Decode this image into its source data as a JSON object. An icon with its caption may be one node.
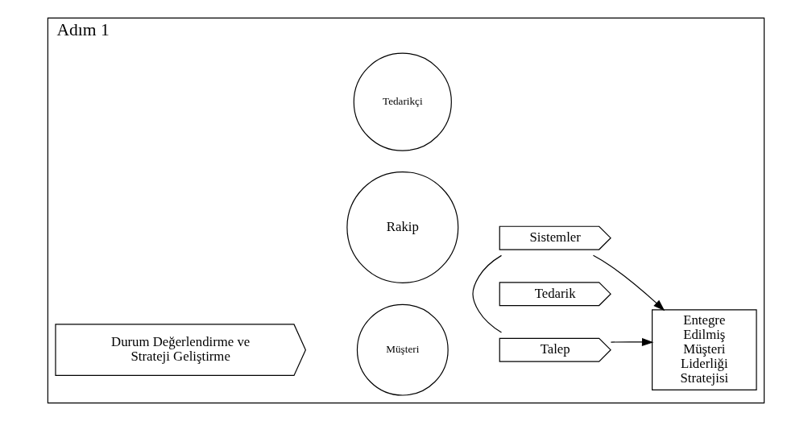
{
  "diagram": {
    "nodes": [
      {
        "text": [
          "Adım 1"
        ]
      },
      {
        "text": [
          "Durum Değerlendirme ve Strateji Geliştirme"
        ],
        "in": 0
      },
      {
        "text": [
          "Müşteri"
        ],
        "in": 0
      },
      {
        "text": [
          "Rakip"
        ],
        "in": 0
      },
      {
        "text": [
          "Tedarikçi"
        ],
        "in": 0
      },
      {
        "text": [
          "Talep"
        ],
        "in": 0
      },
      {
        "text": [
          "Tedarik"
        ],
        "in": 0
      },
      {
        "text": [
          "Sistemler"
        ],
        "in": 0
      },
      {
        "text": [
          "Entegre Edilmiş Müşteri Liderliği Stratejisi"
        ],
        "in": 0
      }
    ],
    "edges": [
      {
        "from": 5,
        "to": 7,
        "arrow": "none"
      },
      {
        "from": 5,
        "to": 8,
        "arrow": "to"
      },
      {
        "from": 7,
        "to": 8,
        "arrow": "to"
      }
    ]
  }
}
